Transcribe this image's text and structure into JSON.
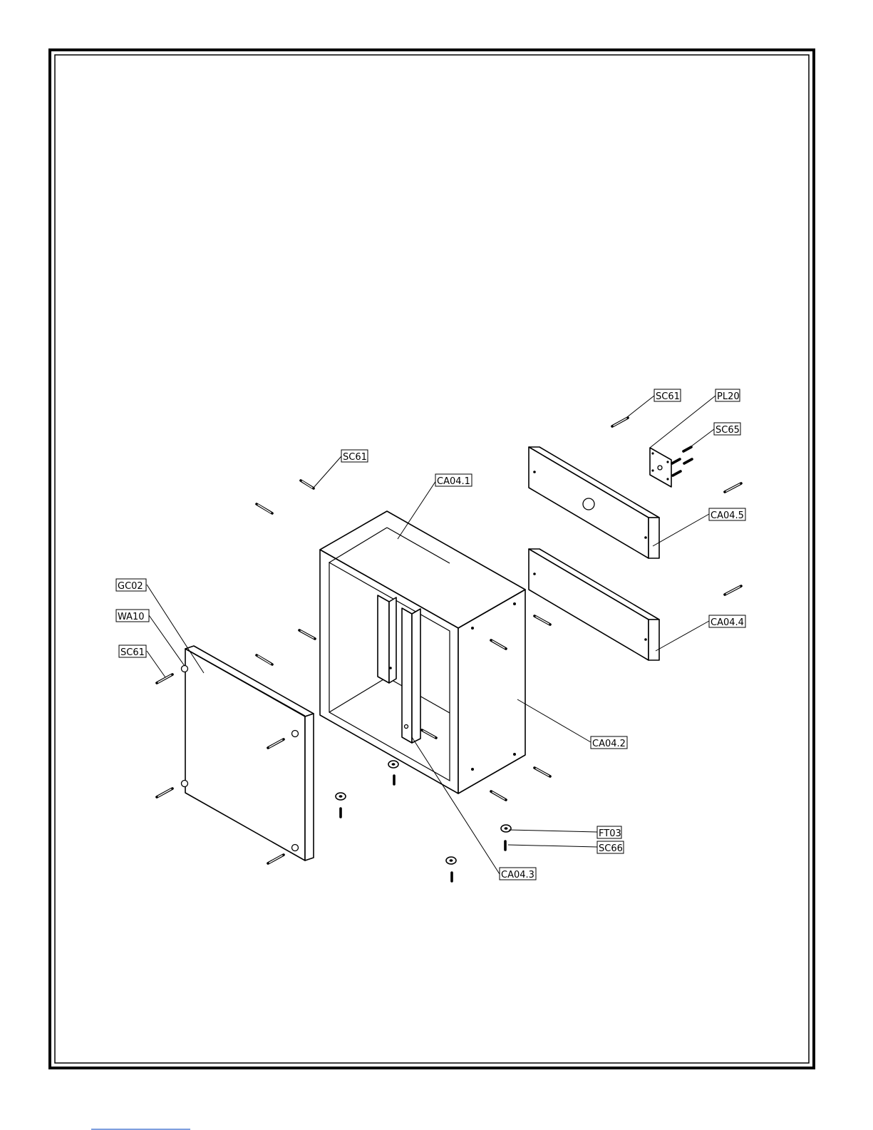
{
  "labels": {
    "sc61_top_right": "SC61",
    "pl20": "PL20",
    "sc65": "SC65",
    "sc61_top_left": "SC61",
    "ca04_1": "CA04.1",
    "ca04_5": "CA04.5",
    "gc02": "GC02",
    "wa10": "WA10",
    "sc61_left": "SC61",
    "ca04_4": "CA04.4",
    "ca04_2": "CA04.2",
    "ft03": "FT03",
    "sc66": "SC66",
    "ca04_3": "CA04.3"
  },
  "colors": {
    "line": "#000000",
    "background": "#ffffff",
    "link": "#3366cc"
  }
}
